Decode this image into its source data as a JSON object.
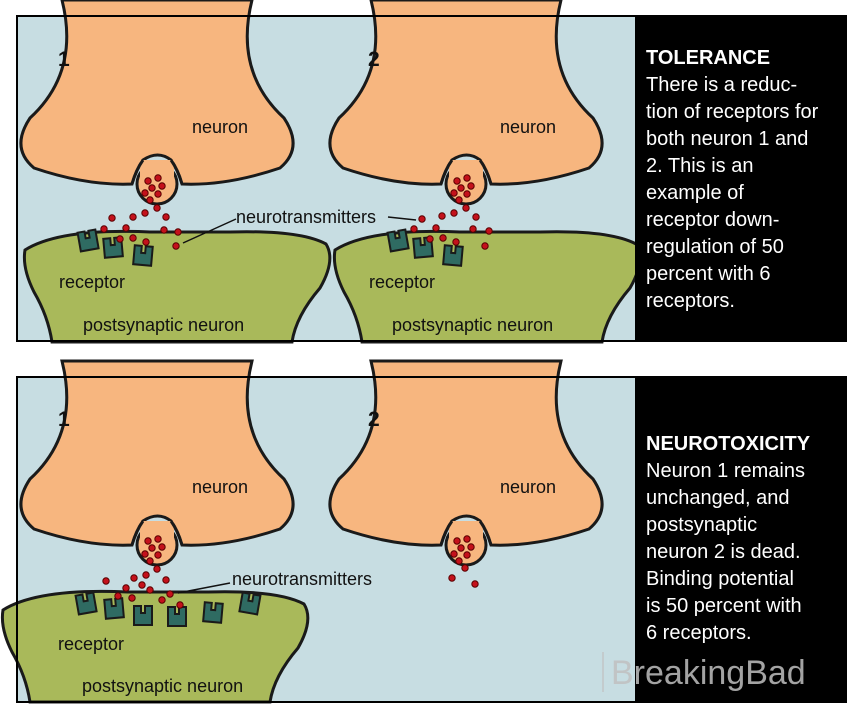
{
  "panels": [
    {
      "numbers": [
        "1",
        "2"
      ],
      "labels": {
        "neuron": "neuron",
        "neurotransmitters": "neurotransmitters",
        "receptor": "receptor",
        "postsynaptic": "postsynaptic neuron"
      },
      "side": {
        "heading": "TOLERANCE",
        "lines": [
          "There is a reduc-",
          "tion of receptors for",
          "both neuron 1 and",
          "2. This is an",
          "example of",
          "receptor down-",
          "regulation of 50",
          "percent with 6",
          "receptors."
        ]
      }
    },
    {
      "numbers": [
        "1",
        "2"
      ],
      "labels": {
        "neuron": "neuron",
        "neurotransmitters": "neurotransmitters",
        "receptor": "receptor",
        "postsynaptic": "postsynaptic neuron"
      },
      "side": {
        "heading": "NEUROTOXICITY",
        "lines": [
          "Neuron 1 remains",
          "unchanged, and",
          "postsynaptic",
          "neuron 2 is dead.",
          "Binding potential",
          "is 50 percent with",
          "6 receptors."
        ]
      }
    }
  ],
  "watermark": "BreakingBad",
  "colors": {
    "background": "#c7dde2",
    "neuron_fill": "#f7b67f",
    "postsynaptic_fill": "#a9b95a",
    "receptor_fill": "#2f6b62",
    "neurotransmitter_dot": "#c4111b",
    "side_panel": "#000000"
  }
}
